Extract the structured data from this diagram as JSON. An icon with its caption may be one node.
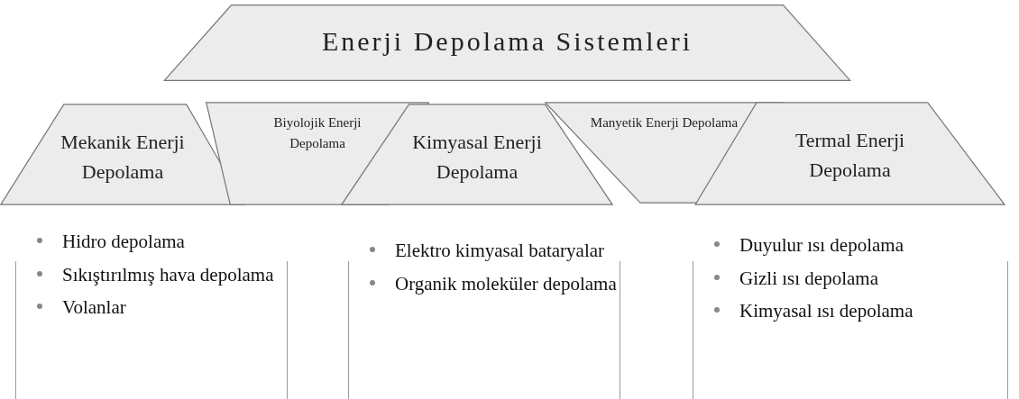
{
  "diagram": {
    "nodes": [
      {
        "text": [
          "Enerji Depolama Sistemleri"
        ]
      },
      {
        "text": [
          "Mekanik Enerji Depolama"
        ]
      },
      {
        "text": [
          "Biyolojik Enerji Depolama"
        ]
      },
      {
        "text": [
          "Kimyasal Enerji Depolama"
        ]
      },
      {
        "text": [
          "Manyetik Enerji Depolama"
        ]
      },
      {
        "text": [
          "Termal Enerji Depolama"
        ]
      },
      {
        "text": [
          "Hidro depolama",
          "Sıkıştırılmış hava depolama",
          "Volanlar"
        ]
      },
      {
        "text": [
          "Elektro kimyasal bataryalar",
          "Organik moleküler depolama"
        ]
      },
      {
        "text": [
          "Duyulur ısı depolama",
          "Gizli ısı depolama",
          "Kimyasal ısı depolama"
        ]
      }
    ]
  }
}
